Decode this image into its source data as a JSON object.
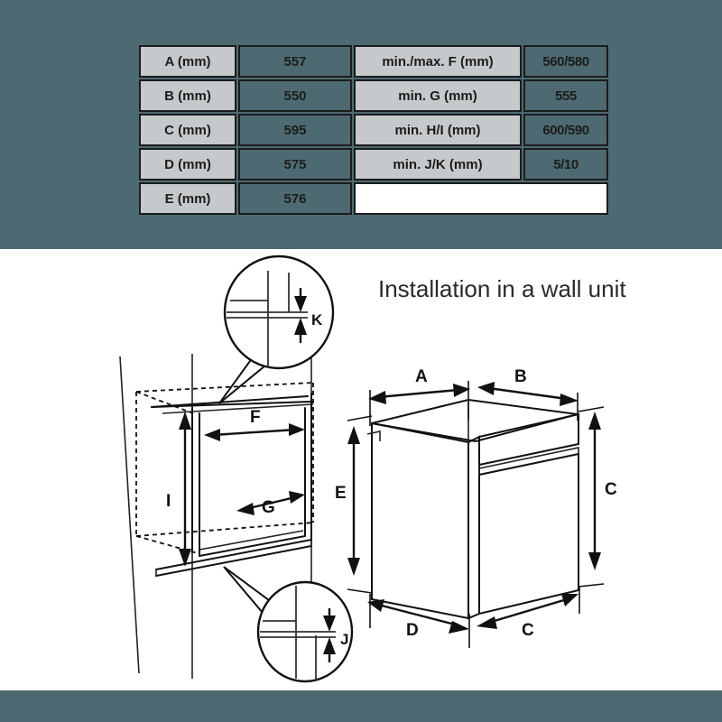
{
  "page": {
    "background_color": "#4d6a72",
    "panel_color": "#ffffff"
  },
  "spec_table": {
    "label_cell_color": "#c6c9cb",
    "value_cell_color": "#4d6a72",
    "border_color": "#1c1c1c",
    "rows": [
      {
        "left_label": "A (mm)",
        "left_value": "557",
        "right_label": "min./max. F (mm)",
        "right_value": "560/580"
      },
      {
        "left_label": "B (mm)",
        "left_value": "550",
        "right_label": "min. G (mm)",
        "right_value": "555"
      },
      {
        "left_label": "C (mm)",
        "left_value": "595",
        "right_label": "min. H/I (mm)",
        "right_value": "600/590"
      },
      {
        "left_label": "D (mm)",
        "left_value": "575",
        "right_label": "min. J/K (mm)",
        "right_value": "5/10"
      },
      {
        "left_label": "E (mm)",
        "left_value": "576",
        "right_label": "",
        "right_value": ""
      }
    ]
  },
  "diagram": {
    "title": "Installation in a wall unit",
    "cabinet_dimension_labels": {
      "depth_F": "F",
      "width_G": "G",
      "height_I": "I"
    },
    "oven_dimension_labels": {
      "top_left_A": "A",
      "top_right_B": "B",
      "left_height_E": "E",
      "right_height_C": "C",
      "bottom_left_D": "D",
      "bottom_right_C": "C"
    },
    "detail_callouts": [
      {
        "id": "K",
        "label": "K",
        "position": "top"
      },
      {
        "id": "J",
        "label": "J",
        "position": "bottom"
      }
    ]
  }
}
